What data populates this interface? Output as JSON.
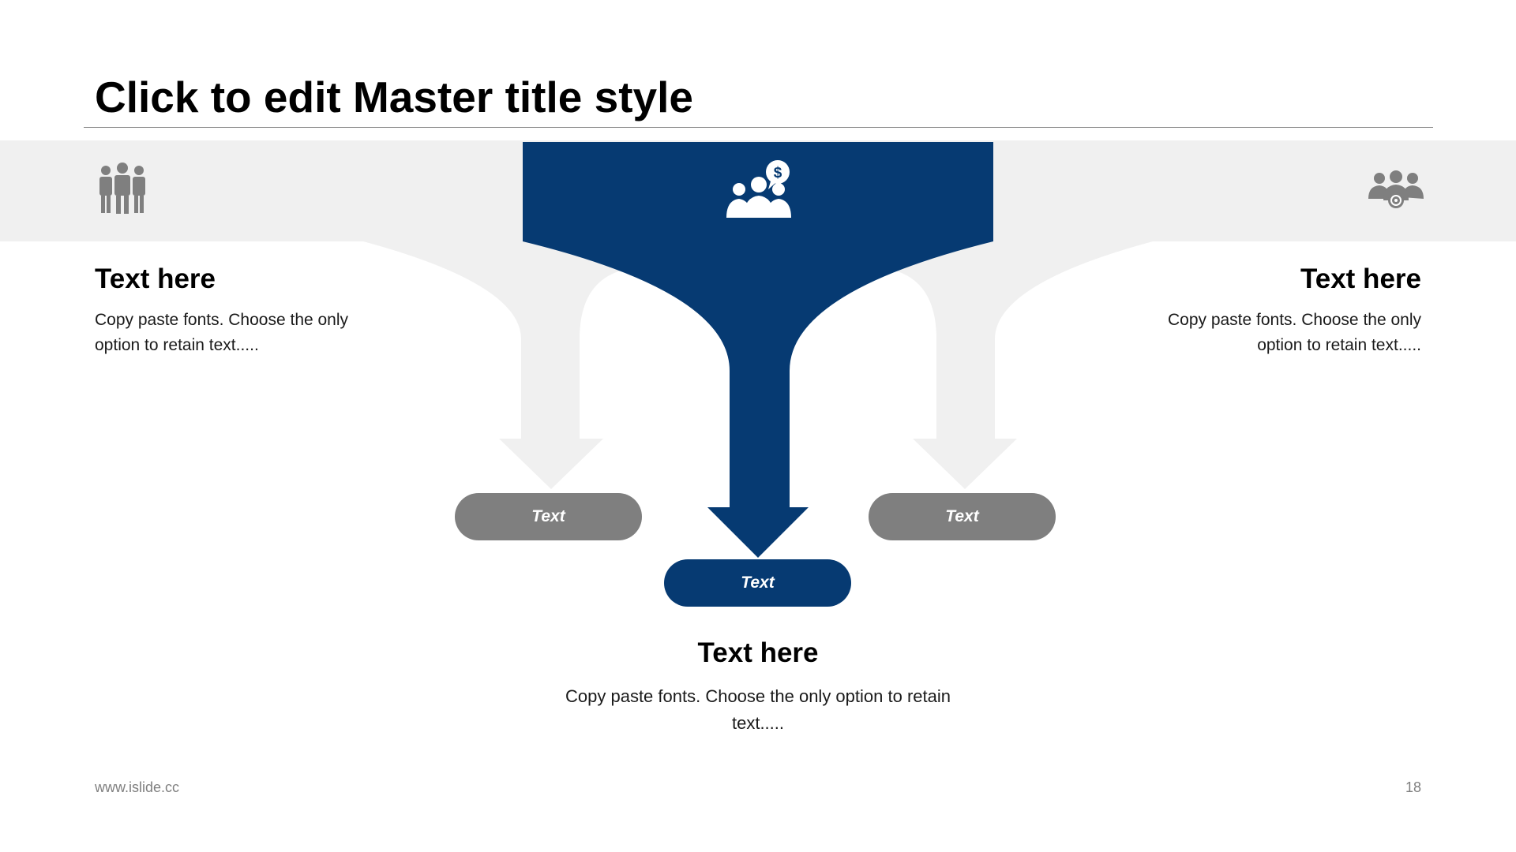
{
  "slide": {
    "title": "Click to edit Master title style",
    "footer_url": "www.islide.cc",
    "page_number": "18"
  },
  "left": {
    "heading": "Text here",
    "body": "Copy paste fonts. Choose the only option to retain text.....",
    "pill_label": "Text",
    "icon": "team-people-icon"
  },
  "center": {
    "heading": "Text here",
    "body": "Copy paste fonts. Choose the only option to retain text.....",
    "pill_label": "Text",
    "icon": "people-dollar-icon"
  },
  "right": {
    "heading": "Text here",
    "body": "Copy paste fonts. Choose the only option to retain text.....",
    "pill_label": "Text",
    "icon": "people-gear-icon"
  },
  "colors": {
    "accent_blue": "#063a72",
    "grey_pill": "#7f7f7f",
    "light_band": "#f0f0f0",
    "icon_grey": "#7f7f7f"
  }
}
